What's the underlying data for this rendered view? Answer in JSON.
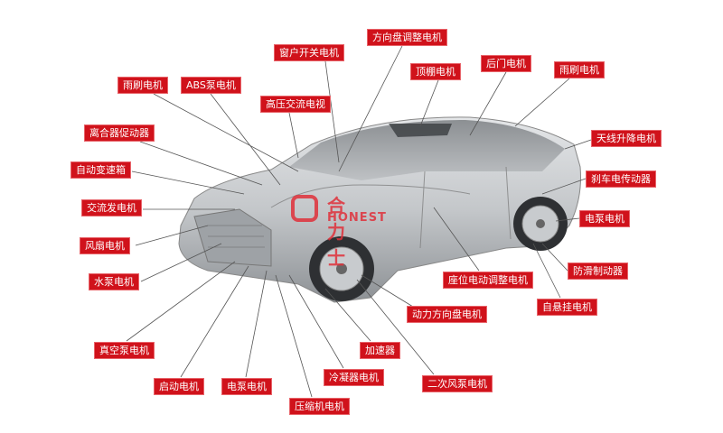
{
  "colors": {
    "label_bg": "#d0121b",
    "label_text": "#ffffff",
    "leader_line": "#555555"
  },
  "logo": {
    "cn": "合力士",
    "en": "HONEST"
  },
  "labels": [
    {
      "id": "steering-adjust-motor",
      "text": "方向盘调整电机"
    },
    {
      "id": "window-switch-motor",
      "text": "窗户开关电机"
    },
    {
      "id": "sunroof-motor",
      "text": "顶棚电机"
    },
    {
      "id": "rear-door-motor",
      "text": "后门电机"
    },
    {
      "id": "wiper-motor-rear",
      "text": "雨刷电机"
    },
    {
      "id": "wiper-motor-front",
      "text": "雨刷电机"
    },
    {
      "id": "abs-pump-motor",
      "text": "ABS泵电机"
    },
    {
      "id": "hv-ac-tv",
      "text": "高压交流电视"
    },
    {
      "id": "clutch-actuator",
      "text": "离合器促动器"
    },
    {
      "id": "antenna-lift-motor",
      "text": "天线升降电机"
    },
    {
      "id": "auto-transmission",
      "text": "自动变速箱"
    },
    {
      "id": "brake-actuator",
      "text": "刹车电传动器"
    },
    {
      "id": "alternator",
      "text": "交流发电机"
    },
    {
      "id": "electric-pump-motor-right",
      "text": "电泵电机"
    },
    {
      "id": "fan-motor",
      "text": "风扇电机"
    },
    {
      "id": "anti-skid-brake",
      "text": "防滑制动器"
    },
    {
      "id": "water-pump-motor",
      "text": "水泵电机"
    },
    {
      "id": "seat-adjust-motor",
      "text": "座位电动调整电机"
    },
    {
      "id": "self-suspension-motor",
      "text": "自悬挂电机"
    },
    {
      "id": "power-steering-motor",
      "text": "动力方向盘电机"
    },
    {
      "id": "vacuum-pump-motor",
      "text": "真空泵电机"
    },
    {
      "id": "accelerator",
      "text": "加速器"
    },
    {
      "id": "condenser-motor",
      "text": "冷凝器电机"
    },
    {
      "id": "secondary-air-pump-motor",
      "text": "二次风泵电机"
    },
    {
      "id": "starter-motor",
      "text": "启动电机"
    },
    {
      "id": "electric-pump-motor-bottom",
      "text": "电泵电机"
    },
    {
      "id": "compressor-motor",
      "text": "压缩机电机"
    }
  ]
}
